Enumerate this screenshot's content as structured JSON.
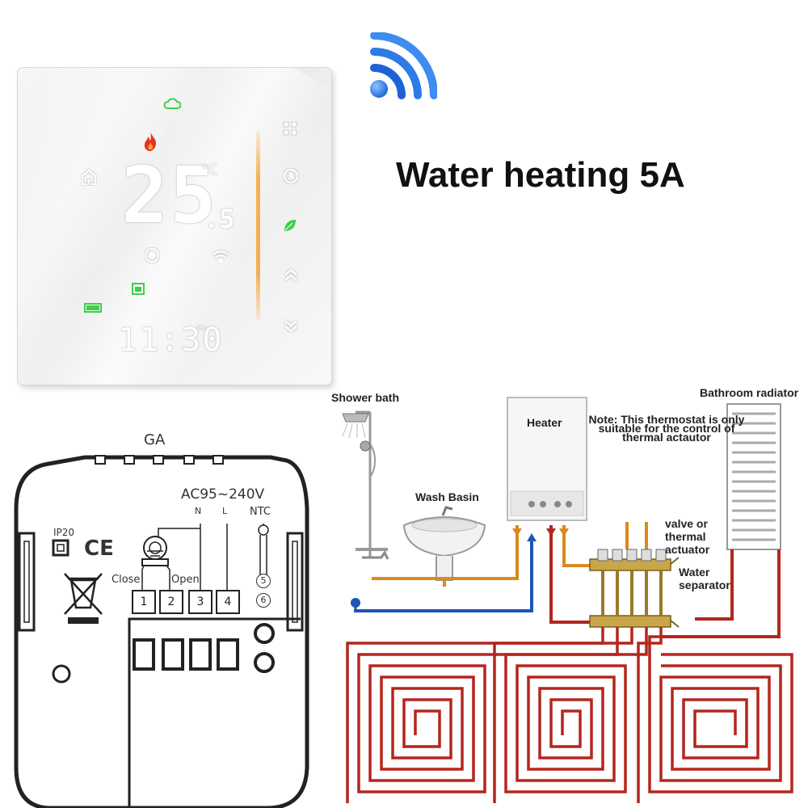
{
  "title": "Water heating 5A",
  "colors": {
    "accent_orange": "#f6a23c",
    "icon_green": "#3ecf4a",
    "flame_red": "#e8321e",
    "wifi_blue": "#1d63d6",
    "pipe_red": "#b3261e",
    "pipe_orange": "#d98b1c",
    "note_red": "#d01010"
  },
  "thermostat": {
    "temperature": "25",
    "temperature_decimal": ".5",
    "temperature_unit": "°C",
    "clock": "11:30",
    "clock_period": "PM",
    "heating_level": 0.75,
    "icons": [
      "cloud-icon",
      "flame-icon",
      "home-icon",
      "clock-icon",
      "wifi-icon",
      "calendar-icon",
      "battery-icon",
      "menu-grid-icon",
      "timer-icon",
      "leaf-icon",
      "chevron-up-icon",
      "chevron-down-icon"
    ]
  },
  "wiring": {
    "model": "GA",
    "supply": "AC95~240V",
    "n_label": "N",
    "l_label": "L",
    "ntc_label": "NTC",
    "ip_rating": "IP20",
    "ce_mark": "CE",
    "close_label": "Close",
    "open_label": "Open",
    "terminals": [
      "1",
      "2",
      "3",
      "4"
    ],
    "ntc_terminals": [
      "5",
      "6"
    ]
  },
  "system": {
    "shower_label": "Shower bath",
    "basin_label": "Wash Basin",
    "heater_label": "Heater",
    "note": "Note: This thermostat is only suitable for the control of thermal actautor",
    "radiator_label": "Bathroom radiator",
    "valve_label": "valve or thermal actuator",
    "separator_label": "Water separator"
  }
}
